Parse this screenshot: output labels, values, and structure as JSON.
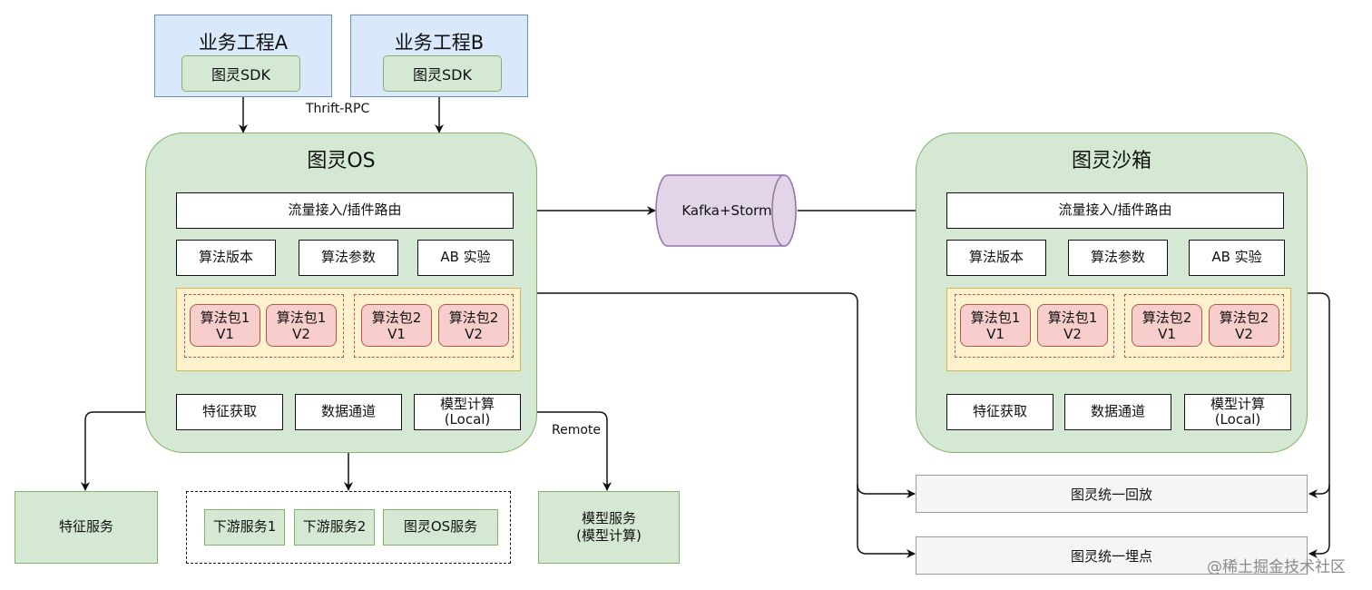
{
  "business_a": {
    "title": "业务工程A",
    "sdk": "图灵SDK"
  },
  "business_b": {
    "title": "业务工程B",
    "sdk": "图灵SDK"
  },
  "rpc_label": "Thrift-RPC",
  "turing_os": {
    "title": "图灵OS",
    "traffic": "流量接入/插件路由",
    "algo_version": "算法版本",
    "algo_params": "算法参数",
    "ab_test": "AB 实验",
    "packages": [
      {
        "line1": "算法包1",
        "line2": "V1"
      },
      {
        "line1": "算法包1",
        "line2": "V2"
      },
      {
        "line1": "算法包2",
        "line2": "V1"
      },
      {
        "line1": "算法包2",
        "line2": "V2"
      }
    ],
    "feature_fetch": "特征获取",
    "data_channel": "数据通道",
    "model_calc_line1": "模型计算",
    "model_calc_line2": "(Local)"
  },
  "queue": "Kafka+Storm",
  "sandbox": {
    "title": "图灵沙箱",
    "traffic": "流量接入/插件路由",
    "algo_version": "算法版本",
    "algo_params": "算法参数",
    "ab_test": "AB 实验",
    "packages": [
      {
        "line1": "算法包1",
        "line2": "V1"
      },
      {
        "line1": "算法包1",
        "line2": "V2"
      },
      {
        "line1": "算法包2",
        "line2": "V1"
      },
      {
        "line1": "算法包2",
        "line2": "V2"
      }
    ],
    "feature_fetch": "特征获取",
    "data_channel": "数据通道",
    "model_calc_line1": "模型计算",
    "model_calc_line2": "(Local)"
  },
  "feature_service": "特征服务",
  "downstream": [
    "下游服务1",
    "下游服务2",
    "图灵OS服务"
  ],
  "remote_label": "Remote",
  "model_service_line1": "模型服务",
  "model_service_line2": "(模型计算)",
  "unified_replay": "图灵统一回放",
  "unified_tracking": "图灵统一埋点",
  "watermark": "@稀土掘金技术社区",
  "colors": {
    "blue_fill": "#dae8fc",
    "green_fill": "#d5e8d4",
    "yellow_fill": "#fff2cc",
    "red_fill": "#f8cecc",
    "purple_fill": "#e1d5e7",
    "grey_fill": "#f5f5f5"
  }
}
